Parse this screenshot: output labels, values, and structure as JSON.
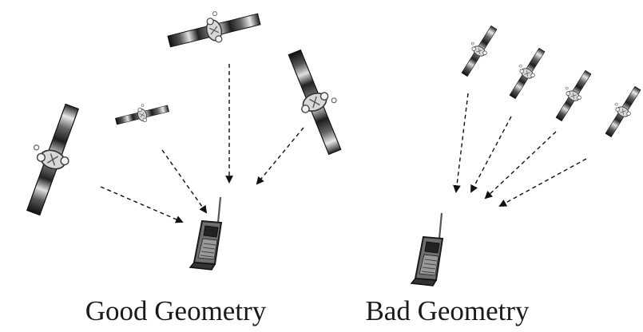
{
  "panels": [
    {
      "id": "good",
      "caption": "Good Geometry"
    },
    {
      "id": "bad",
      "caption": "Bad Geometry"
    }
  ],
  "icons": {
    "satellite": "satellite-icon",
    "receiver": "mobile-phone-icon"
  },
  "colors": {
    "ink": "#1a1a1a",
    "panel_dark": "#111111",
    "panel_light": "#d9d9d9",
    "body": "#8a8a8a"
  }
}
